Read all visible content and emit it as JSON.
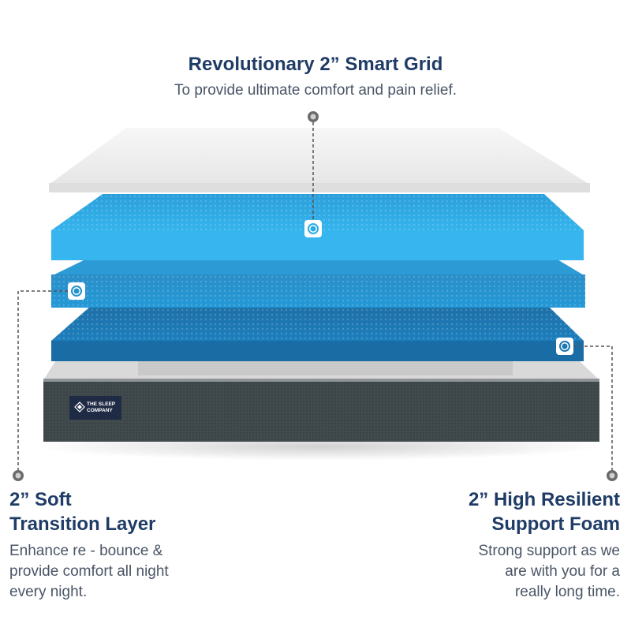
{
  "callouts": {
    "top": {
      "title": "Revolutionary 2” Smart Grid",
      "description": "To provide ultimate comfort and pain relief."
    },
    "left": {
      "title_lines": [
        "2” Soft",
        "Transition Layer"
      ],
      "description_lines": [
        "Enhance re - bounce &",
        "provide comfort all night",
        "every night."
      ]
    },
    "right": {
      "title_lines": [
        "2” High Resilient",
        "Support Foam"
      ],
      "description_lines": [
        "Strong support as we",
        "are with you for a",
        "really long time."
      ]
    }
  },
  "brand_label": {
    "name_lines": [
      "THE SLEEP",
      "COMPANY"
    ]
  },
  "colors": {
    "heading": "#1f3c66",
    "body_text": "#4a5566",
    "top_layer": "#f1f1f1",
    "smart_grid": "#2aaae6",
    "transition_layer": "#2392cf",
    "support_foam": "#1c77b1",
    "base": "#3e4649"
  }
}
